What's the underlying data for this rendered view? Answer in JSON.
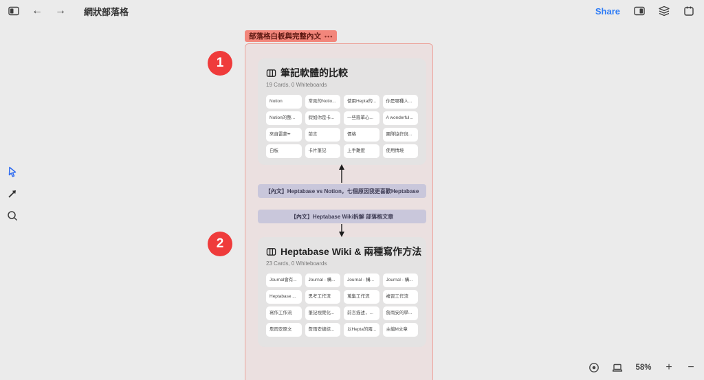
{
  "topbar": {
    "title": "網狀部落格",
    "back": "←",
    "forward": "→",
    "share_label": "Share"
  },
  "group": {
    "label": "部落格白板與完整內文",
    "menu": "•••"
  },
  "badges": {
    "one": "1",
    "two": "2"
  },
  "boxes": [
    {
      "title": "筆記軟體的比較",
      "subtitle": "19 Cards, 0 Whiteboards",
      "cards": [
        "Notion",
        "常見的Notio...",
        "使用Hepta的...",
        "你是哪種人...",
        "Notion的整...",
        "假如你是卡...",
        "一些簡單心...",
        "A wonderful...",
        "來自雷蒙••",
        "前言",
        "價格",
        "團隊協作與...",
        "白板",
        "卡片筆記",
        "上手難度",
        "使用情境"
      ]
    },
    {
      "title": "Heptabase Wiki & 兩種寫作方法",
      "subtitle": "23 Cards, 0 Whiteboards",
      "cards": [
        "Journal會有...",
        "Journal - 構...",
        "Journal - 構...",
        "Journal - 構...",
        "Heptabase ...",
        "思考工作流",
        "蒐集工作流",
        "複習工作流",
        "寫作工作流",
        "筆記視覺化...",
        "前言描述，...",
        "詹雨安的學...",
        "詹雨安原文",
        "詹雨安總結...",
        "以Hepta的兩...",
        "主編M文章"
      ]
    }
  ],
  "connectors": [
    {
      "label": "【內文】Heptabase vs Notion，七個原因我更喜歡Heptabase"
    },
    {
      "label": "【內文】Heptabase Wiki拆解 部落格文章"
    }
  ],
  "statusbar": {
    "zoom_level": "58%",
    "zoom_in": "+",
    "zoom_out": "−"
  },
  "colors": {
    "badge_red": "#ef3b3b",
    "group_border": "#eca39b",
    "group_tag_bg": "#f2867b",
    "connector_bar": "#c9c7db",
    "share_blue": "#2e7cf6",
    "box_gray": "#e4e3e3"
  }
}
